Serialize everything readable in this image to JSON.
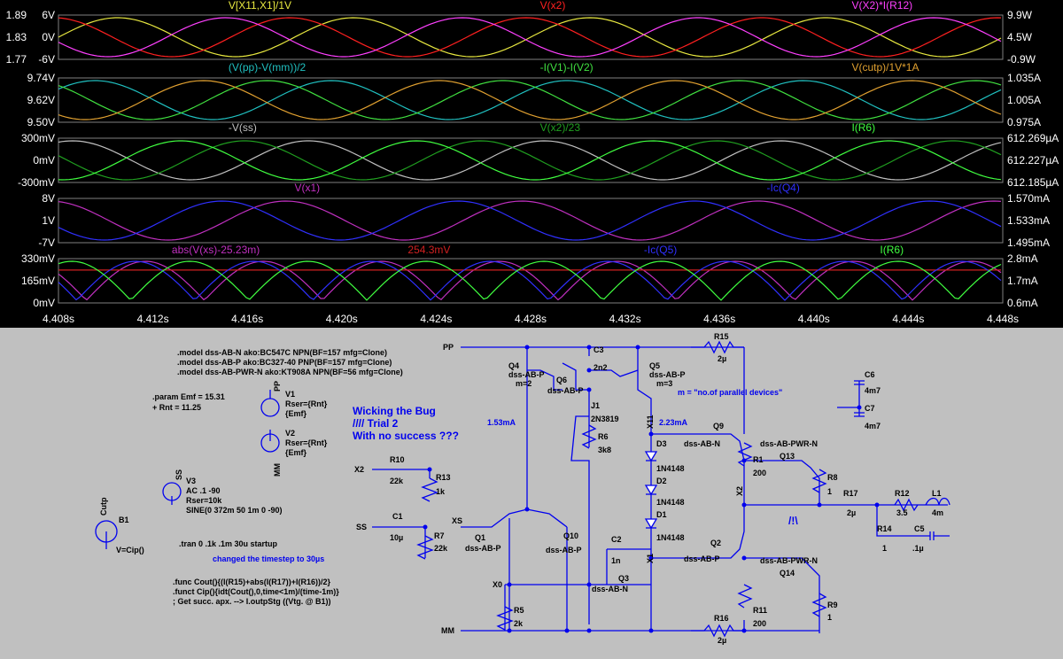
{
  "waveform": {
    "panes": [
      {
        "left_ticks": [
          "1.89",
          "1.83",
          "1.77"
        ],
        "left_ticks2": [
          "6V",
          "0V",
          "-6V"
        ],
        "right_ticks": [
          "9.9W",
          "4.5W",
          "-0.9W"
        ],
        "traces": [
          {
            "label": "V[X11,X1]/1V",
            "color": "#e8e840"
          },
          {
            "label": "V(x2)",
            "color": "#ff2020"
          },
          {
            "label": "V(X2)*I(R12)",
            "color": "#ff40ff"
          }
        ]
      },
      {
        "left_ticks": [
          "9.74V",
          "9.62V",
          "9.50V"
        ],
        "right_ticks": [
          "1.035A",
          "1.005A",
          "0.975A"
        ],
        "traces": [
          {
            "label": "(V(pp)-V(mm))/2",
            "color": "#20c0c0"
          },
          {
            "label": "-I(V1)-I(V2)",
            "color": "#40e040"
          },
          {
            "label": "V(cutp)/1V*1A",
            "color": "#e0a030"
          }
        ]
      },
      {
        "left_ticks": [
          "300mV",
          "0mV",
          "-300mV"
        ],
        "right_ticks": [
          "612.269µA",
          "612.227µA",
          "612.185µA"
        ],
        "traces": [
          {
            "label": "-V(ss)",
            "color": "#c0c0c0"
          },
          {
            "label": "V(x2)/23",
            "color": "#20a020"
          },
          {
            "label": "I(R6)",
            "color": "#40ff40"
          }
        ]
      },
      {
        "left_ticks": [
          "8V",
          "1V",
          "-7V"
        ],
        "right_ticks": [
          "1.570mA",
          "1.533mA",
          "1.495mA"
        ],
        "traces": [
          {
            "label": "V(x1)",
            "color": "#c030c0"
          },
          {
            "label": "-Ic(Q4)",
            "color": "#3030ff"
          }
        ]
      },
      {
        "left_ticks": [
          "330mV",
          "165mV",
          "0mV"
        ],
        "right_ticks": [
          "2.8mA",
          "1.7mA",
          "0.6mA"
        ],
        "traces": [
          {
            "label": "abs(V(xs)-25.23m)",
            "color": "#c030c0"
          },
          {
            "label": "254.3mV",
            "color": "#d02020"
          },
          {
            "label": "-Ic(Q5)",
            "color": "#3030ff"
          },
          {
            "label": "I(R6)",
            "color": "#40ff40"
          }
        ]
      }
    ],
    "x_ticks": [
      "4.408s",
      "4.412s",
      "4.416s",
      "4.420s",
      "4.424s",
      "4.428s",
      "4.432s",
      "4.436s",
      "4.440s",
      "4.444s",
      "4.448s"
    ]
  },
  "schematic": {
    "directives": [
      ".model dss-AB-N ako:BC547C NPN(BF=157 mfg=Clone)",
      ".model dss-AB-P ako:BC327-40 PNP(BF=157 mfg=Clone)",
      ".model dss-AB-PWR-N ako:KT908A NPN(BF=56 mfg=Clone)"
    ],
    "params": [
      ".param Emf = 15.31",
      "+ Rnt = 11.25"
    ],
    "tran": ".tran 0 .1k .1m 30u startup",
    "tran_note": "changed the timestep to 30µs",
    "funcs": [
      ".func Cout(){(I(R15)+abs(I(R17))+I(R16))/2}",
      ".funct Cip(){idt(Cout(),0,time<1m)/(time-1m)}",
      "; Get succ. apx. --> I.outpStg ((Vtg. @ B1))"
    ],
    "title_lines": [
      "Wicking the Bug",
      "//// Trial 2",
      "With no success ???"
    ],
    "labels": {
      "pp": "PP",
      "mm": "MM",
      "x2": "X2",
      "ss": "SS",
      "x0": "X0",
      "xs": "XS",
      "x1": "X1",
      "x11": "X11",
      "x2v": "X2",
      "cutp": "Cutp",
      "ss_net": "SS",
      "pp_net": "PP",
      "mm_net": "MM"
    },
    "sources": {
      "v1": [
        "V1",
        "Rser={Rnt}",
        "{Emf}"
      ],
      "v2": [
        "V2",
        "Rser={Rnt}",
        "{Emf}"
      ],
      "v3": [
        "V3",
        "AC .1 -90",
        "Rser=10k",
        "SINE(0 372m 50 1m 0 -90)"
      ],
      "b1": [
        "B1",
        "V=Cip()"
      ]
    },
    "currents": {
      "q4": "1.53mA",
      "q5": "2.23mA"
    },
    "parallel_note": "m = \"no.of parallel devices\"",
    "components": {
      "Q4": [
        "Q4",
        "dss-AB-P",
        "m=2"
      ],
      "Q5": [
        "Q5",
        "dss-AB-P",
        "m=3"
      ],
      "Q6": [
        "Q6",
        "dss-AB-P"
      ],
      "C3": [
        "C3",
        "2n2"
      ],
      "J1": [
        "J1",
        "2N3819"
      ],
      "R6": [
        "R6",
        "3k8"
      ],
      "R15": [
        "R15",
        "2µ"
      ],
      "R16": [
        "R16",
        "2µ"
      ],
      "Q9": [
        "Q9",
        "dss-AB-N"
      ],
      "Q13": [
        "dss-AB-PWR-N",
        "Q13"
      ],
      "R1": [
        "R1",
        "200"
      ],
      "R8": [
        "R8",
        "1"
      ],
      "D3": [
        "D3",
        "1N4148"
      ],
      "D2": [
        "D2",
        "1N4148"
      ],
      "D1": [
        "D1",
        "1N4148"
      ],
      "R10": [
        "R10",
        "22k"
      ],
      "R13": [
        "R13",
        "1k"
      ],
      "C1": [
        "C1",
        "10µ"
      ],
      "R7": [
        "R7",
        "22k"
      ],
      "Q1": [
        "Q1",
        "dss-AB-P"
      ],
      "Q10": [
        "Q10",
        "dss-AB-P"
      ],
      "C2": [
        "C2",
        "1n"
      ],
      "Q3": [
        "Q3",
        "dss-AB-N"
      ],
      "Q2": [
        "Q2",
        "dss-AB-P"
      ],
      "Q14": [
        "dss-AB-PWR-N",
        "Q14"
      ],
      "R11": [
        "R11",
        "200"
      ],
      "R9": [
        "R9",
        "1"
      ],
      "R5": [
        "R5",
        "2k"
      ],
      "R17": [
        "R17",
        "2µ"
      ],
      "R12": [
        "R12",
        "3.5"
      ],
      "L1": [
        "L1",
        "4m"
      ],
      "R14": [
        "R14",
        "1"
      ],
      "C5": [
        "C5",
        ".1µ"
      ],
      "C6": [
        "C6",
        "4m7"
      ],
      "C7": [
        "C7",
        "4m7"
      ]
    },
    "warning": "/!\\"
  }
}
